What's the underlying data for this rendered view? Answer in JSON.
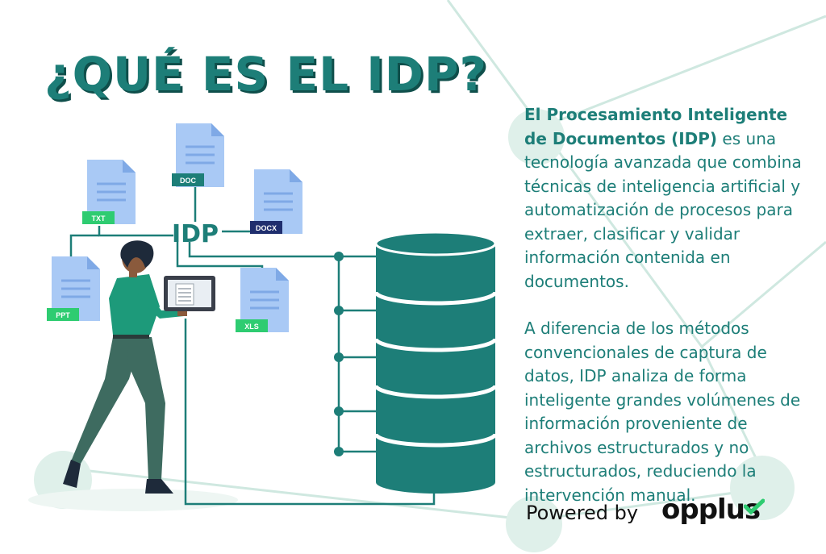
{
  "title": "¿QUÉ ES EL IDP?",
  "paragraph1": {
    "bold": "El Procesamiento Inteligente de Documentos (IDP)",
    "rest": " es una tecnología avanzada que combina técnicas de inteligencia artificial y automatización de procesos para extraer, clasificar y validar información contenida en documentos."
  },
  "paragraph2": "A diferencia de los métodos convencionales de captura de datos, IDP analiza de forma inteligente grandes volúmenes de información proveniente de archivos estructurados y no estructurados, reduciendo la intervención manual.",
  "hub_label": "IDP",
  "documents": [
    {
      "label": "DOC",
      "tag_color": "#1d7e78"
    },
    {
      "label": "TXT",
      "tag_color": "#2ecc71"
    },
    {
      "label": "DOCX",
      "tag_color": "#1f2e6e"
    },
    {
      "label": "PPT",
      "tag_color": "#2ecc71"
    },
    {
      "label": "XLS",
      "tag_color": "#2ecc71"
    }
  ],
  "footer": {
    "powered_by": "Powered by",
    "brand": "opplus"
  },
  "colors": {
    "teal": "#1d7e78",
    "dark_teal": "#0f4f4b",
    "doc_blue": "#a9c9f5",
    "green": "#2ecc71",
    "navy": "#1f2e6e",
    "circle": "#dff0ea"
  },
  "icons": [
    "document-icon",
    "database-icon",
    "laptop-icon",
    "person-illustration",
    "checkmark-icon"
  ]
}
